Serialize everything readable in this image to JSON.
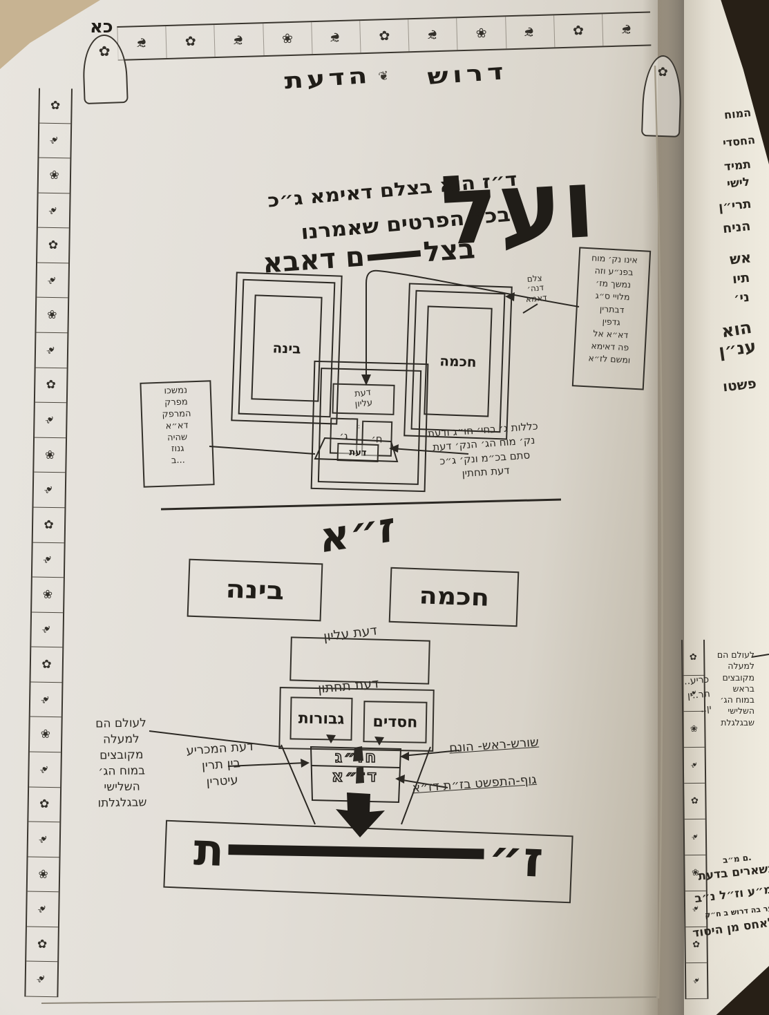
{
  "page": {
    "number": "כא"
  },
  "header": {
    "title_right": "דרוש",
    "title_left": "הדעת",
    "ornament": "❦"
  },
  "intro": {
    "big_word": "ועל",
    "line1": "ד״ז הוא בצלם דאימא ג״כ",
    "line2": "בכל הפרטים שאמרנו",
    "line3_right": "בצל",
    "line3_left": "ם דאבא"
  },
  "upper_diagram": {
    "binah": "בינה",
    "chochmah": "חכמה",
    "daat_elyon": "דעת\nעליון",
    "gevurah_letter": "ג׳",
    "chesed_letter": "ח׳",
    "daat": "דעת",
    "dots": "∶∶",
    "tselem_note": "צלם\nדנה׳\nדאמא",
    "right_note": "אינו נק׳ מוח\nבפנ״ע וזה\nנמשך מז׳\nמלויי ס״ג\nדבתרין\nגדפין\nדא״א אל\nפה דאימא\nומשם לז״א",
    "left_note": "נמשכו\nמפרק\nהמרפק\nדא״א\nשהיה\nגנוז\nב...",
    "bottom_note": "כללות ג׳ בחי׳ חו״ג ודעת\nנק׳ מוח הג׳ הנק׳ דעת\nסתם בכ״מ ונק׳ ג״כ\nדעת תחתין"
  },
  "za_heading": "ז״א",
  "lower_diagram": {
    "binah": "בינה",
    "chochmah": "חכמה",
    "daat_elyon_label": "דעת עליון",
    "daat_tachton_label": "דעת תחתון",
    "gevurot": "גבורות",
    "chasadim": "חסדים",
    "funnel_top_word": "חו״ג",
    "funnel_bottom_word": "דז״א",
    "root_label": "שורש-ראש- הונח",
    "body_label": "גוף-התפשט בז״ת דז״א",
    "decider_label": "דעת המכריע\nבין תרין\nעיטרין",
    "left_note": "לעולם הם\nלמעלה\nמקובצים\nבמוח הג׳\nהשלישי\nשבגלגלתו"
  },
  "zat_heading": {
    "zayin": "ז״",
    "tav": "ת"
  },
  "right_page": {
    "fragments_top": [
      "המוח",
      "החסדי",
      "תמיד",
      "לישי",
      "תרי״ן",
      "הניח",
      "אש",
      "תיו",
      "ני׳",
      "הוא",
      "ענ״ן",
      "פשטו"
    ],
    "note": "לעולם הם\nלמעלה\nמקובצים\nבראש\nבמוח הג׳\nהשלישי\nשבגלגלת",
    "note_partial": "..כריע\nתר..ין\n..ין",
    "fragments_bottom": [
      "ם מ״ב.",
      "נשארים בדעת",
      "בסמ״ע וז״ל נ״ב",
      "ער בה דרוש ב ח״ק",
      "לאחס מן היסוד"
    ]
  },
  "border": {
    "left_tiles": [
      "✿",
      "❧",
      "❀",
      "❧",
      "✿",
      "❧",
      "❀",
      "❧",
      "✿",
      "❧",
      "❀",
      "❧",
      "✿",
      "❧",
      "❀",
      "❧",
      "✿",
      "❧",
      "❀",
      "❧",
      "✿",
      "❧",
      "❀",
      "❧",
      "✿",
      "❧"
    ],
    "top_tiles": [
      "❧",
      "✿",
      "❧",
      "❀",
      "❧",
      "✿",
      "❧",
      "❀",
      "❧",
      "✿",
      "❧"
    ],
    "right_tiles": [
      "✿",
      "❧",
      "❀",
      "❧",
      "✿",
      "❧",
      "❀",
      "❧",
      "✿",
      "❧"
    ],
    "corner_glyph": "✿"
  },
  "colors": {
    "paper": "#e2ded7",
    "ink": "#201d18",
    "cover": "#271f16",
    "tan": "#c7b392"
  }
}
